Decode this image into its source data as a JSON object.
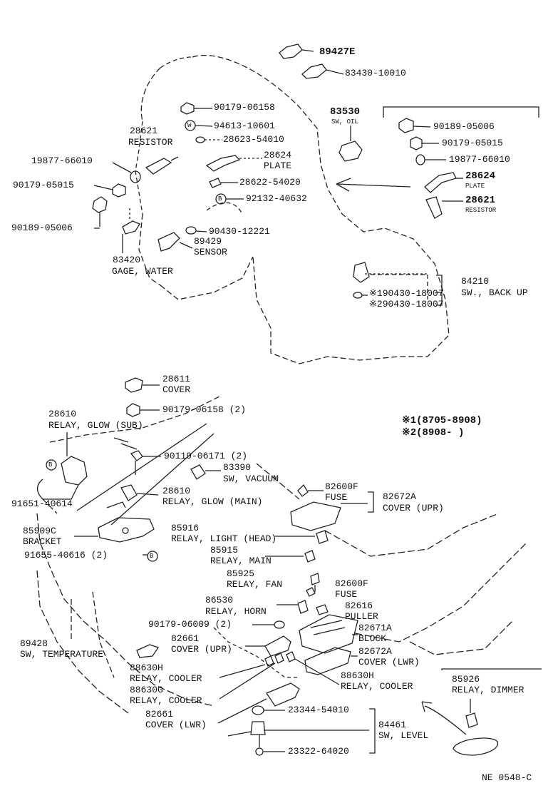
{
  "parts": {
    "p89427E": "89427E",
    "p83430_10010": "83430-10010",
    "p90179_06158": "90179-06158",
    "p94613_10601": "94613-10601",
    "p28621": "28621",
    "resistor": "RESISTOR",
    "p28623_54010": "28623-54010",
    "p28624": "28624",
    "plate": "PLATE",
    "p19877_66010": "19877-66010",
    "p28622_54020": "28622-54020",
    "p90179_05015": "90179-05015",
    "p92132_40632": "92132-40632",
    "p90189_05006": "90189-05006",
    "p90430_12221": "90430-12221",
    "p89429": "89429",
    "sensor": "SENSOR",
    "p83420": "83420",
    "gage_water": "GAGE, WATER",
    "p83530": "83530",
    "sw_oil": "SW, OIL",
    "r_90189_05006": "90189-05006",
    "r_90179_05015": "90179-05015",
    "r_19877_66010": "19877-66010",
    "r_28624": "28624",
    "r_plate": "PLATE",
    "r_28621": "28621",
    "r_resistor": "RESISTOR",
    "p84210": "84210",
    "sw_back_up": "SW., BACK UP",
    "n1_90430_18007": "※190430-18007",
    "n2_90430_18007": "※290430-18007",
    "p28611": "28611",
    "cover": "COVER",
    "p90179_06158_2": "90179-06158 (2)",
    "p28610a": "28610",
    "relay_glow_sub": "RELAY, GLOW (SUB)",
    "note1": "※1(8705-8908)",
    "note2": "※2(8908-      )",
    "p90119_06171": "90119-06171 (2)",
    "p83390": "83390",
    "sw_vacuum": "SW, VACUUM",
    "p82600F_a": "82600F",
    "fuse_a": "FUSE",
    "p82672A_a": "82672A",
    "cover_upr_a": "COVER (UPR)",
    "p28610b": "28610",
    "relay_glow_main": "RELAY, GLOW (MAIN)",
    "p91651_40614": "91651-40614",
    "p85909C": "85909C",
    "bracket": "BRACKET",
    "p85916": "85916",
    "relay_light_head": "RELAY, LIGHT (HEAD)",
    "p91655_40616": "91655-40616 (2)",
    "p85915": "85915",
    "relay_main": "RELAY, MAIN",
    "p85925": "85925",
    "relay_fan": "RELAY, FAN",
    "p82600F_b": "82600F",
    "fuse_b": "FUSE",
    "p86530": "86530",
    "relay_horn": "RELAY, HORN",
    "p82616": "82616",
    "puller": "PULLER",
    "p90179_06009": "90179-06009 (2)",
    "p82671A": "82671A",
    "block": "BLOCK",
    "p82661a": "82661",
    "cover_upr_b": "COVER (UPR)",
    "p89428": "89428",
    "sw_temperature": "SW, TEMPERATURE",
    "p82672A_b": "82672A",
    "cover_lwr_a": "COVER (LWR)",
    "p88630H_a": "88630H",
    "relay_cooler_a": "RELAY, COOLER",
    "p88630H_b": "88630H",
    "relay_cooler_b": "RELAY, COOLER",
    "p88630G": "88630G",
    "relay_cooler_c": "RELAY, COOLER",
    "p85926": "85926",
    "relay_dimmer": "RELAY, DIMMER",
    "p82661b": "82661",
    "cover_lwr_b": "COVER (LWR)",
    "p23344_54010": "23344-54010",
    "p84461": "84461",
    "sw_level": "SW, LEVEL",
    "p23322_64020": "23322-64020",
    "ref": "NE 0548-C"
  },
  "markers": {
    "w": "W",
    "b": "B"
  }
}
